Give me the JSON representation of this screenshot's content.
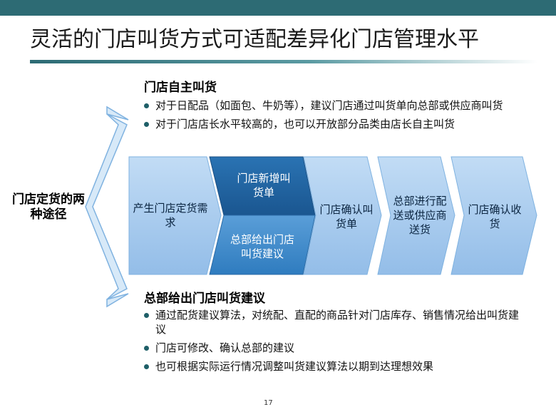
{
  "title": "灵活的门店叫货方式可适配差异化门店管理水平",
  "top_section": {
    "heading": "门店自主叫货",
    "bullets": [
      "对于日配品（如面包、牛奶等），建议门店通过叫货单向总部或供应商叫货",
      "对于门店店长水平较高的，也可以开放部分品类由店长自主叫货"
    ]
  },
  "bottom_section": {
    "heading": "总部给出门店叫货建议",
    "bullets": [
      "通过配货建议算法，对统配、直配的商品针对门店库存、销售情况给出叫货建议",
      "门店可修改、确认总部的建议",
      "也可根据实际运行情况调整叫货建议算法以期到达理想效果"
    ]
  },
  "side_label": "门店定货的两种途径",
  "flow": {
    "step1": "产生门店定货需求",
    "branch_top": "门店新增叫货单",
    "branch_bottom": "总部给出门店叫货建议",
    "step3": "门店确认叫货单",
    "step4": "总部进行配送或供应商送货",
    "step5": "门店确认收货"
  },
  "colors": {
    "header_bar": "#2d6b74",
    "chevron_light": "#a9cdf0",
    "branch_top": "#1f5f9c",
    "branch_bottom": "#3d87c8"
  },
  "page_number": "17"
}
